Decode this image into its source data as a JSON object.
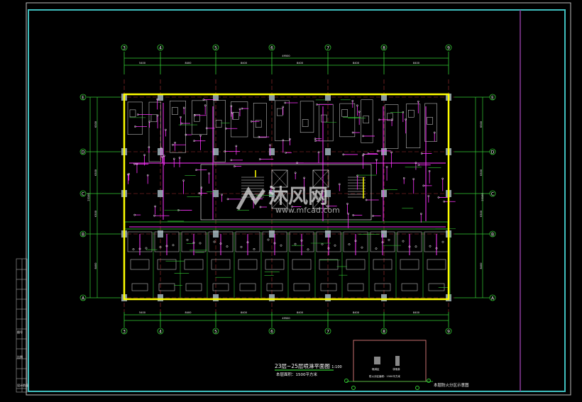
{
  "drawing": {
    "title": "23层~25层喷淋平面图",
    "scale": "1:100",
    "area_note": "本层面积：1500平方米",
    "inset_title": "本层防火分区示意图",
    "inset_area": "防火分区面积：1500平方米",
    "inset_legend": [
      "喷淋区",
      "非喷淋"
    ],
    "watermark_cn": "沐风网",
    "watermark_url": "www.mfcad.com"
  },
  "grid": {
    "columns": [
      "3",
      "4",
      "5",
      "6",
      "7",
      "8",
      "9"
    ],
    "rows": [
      "E",
      "D",
      "C",
      "B",
      "A"
    ],
    "total_dim": "49500",
    "col_dims": [
      "5400",
      "8400",
      "8400",
      "8400",
      "8400",
      "8400"
    ],
    "total_row_dim": "23100",
    "row_dims": [
      "6300",
      "6300",
      "6300",
      "8400"
    ]
  },
  "title_block": {
    "cells": [
      "图号",
      "比例",
      "设计阶段"
    ]
  },
  "colors": {
    "frame": "#3fbfbf",
    "outline": "#ffff00",
    "grid": "#33cc33",
    "pipe": "#ff33ff",
    "axis": "#cc3333"
  }
}
